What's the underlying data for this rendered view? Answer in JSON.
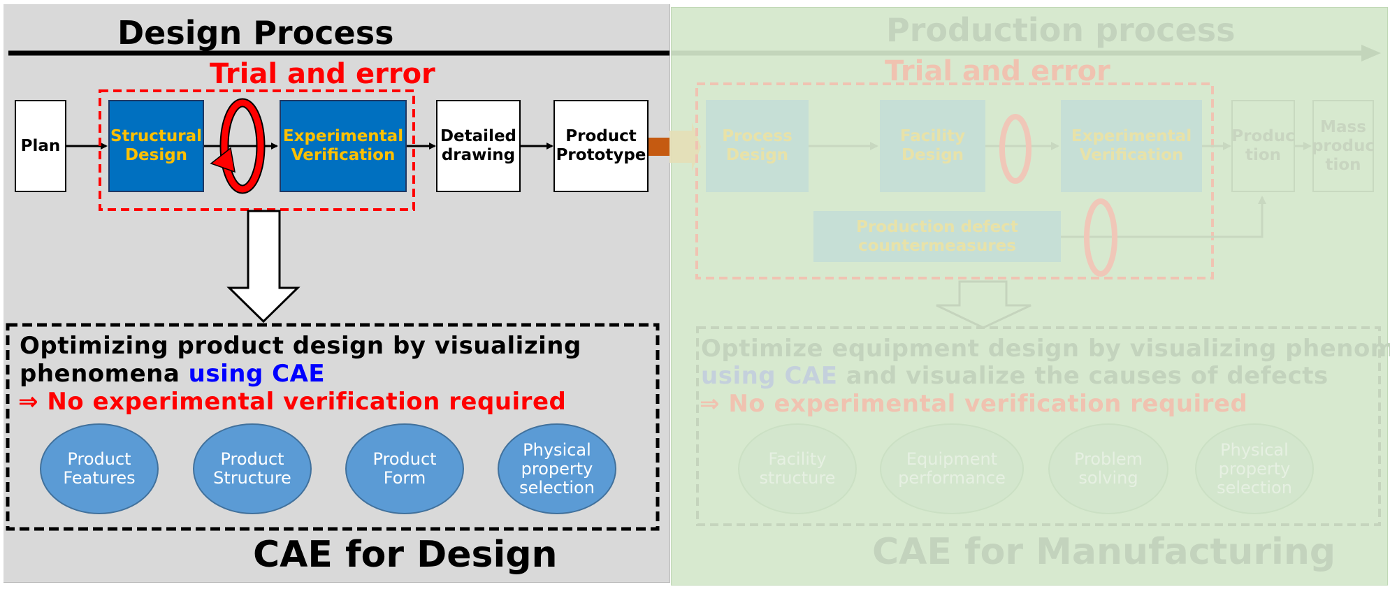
{
  "design": {
    "title": "Design Process",
    "trial_label": "Trial and error",
    "steps": {
      "plan": "Plan",
      "structural": "Structural\nDesign",
      "experimental": "Experimental\nVerification",
      "detailed": "Detailed\ndrawing",
      "prototype": "Product\nPrototype"
    },
    "cae_text_line1": "Optimizing product design by visualizing",
    "cae_text_line2_pre": "phenomena ",
    "cae_text_line2_blue": "using CAE",
    "cae_text_line3": "⇒ No experimental verification required",
    "ellipses": [
      "Product\nFeatures",
      "Product\nStructure",
      "Product\nForm",
      "Physical\nproperty\nselection"
    ],
    "footer": "CAE for Design"
  },
  "production": {
    "title": "Production process",
    "trial_label": "Trial and error",
    "steps": {
      "process": "Process\nDesign",
      "facility": "Facility\nDesign",
      "experimental": "Experimental\nVerification",
      "production": "Produc\ntion",
      "mass": "Mass\nproduc\ntion",
      "defect": "Production defect\ncountermeasures"
    },
    "cae_text_line1": "Optimize equipment design by visualizing phenomena",
    "cae_text_line2_blue": "using CAE",
    "cae_text_line2_post": " and visualize the causes of defects",
    "cae_text_line3": "⇒ No experimental verification required",
    "ellipses": [
      "Facility\nstructure",
      "Equipment\nperformance",
      "Problem\nsolving",
      "Physical\nproperty\nselection"
    ],
    "footer": "CAE for Manufacturing"
  },
  "colors": {
    "blue_box": "#0070c0",
    "yellow_text": "#ffc000",
    "red": "#ff0000",
    "ellipse_blue": "#5b9bd5",
    "left_bg": "#d9d9d9",
    "right_bg": "#d7e9cf"
  }
}
